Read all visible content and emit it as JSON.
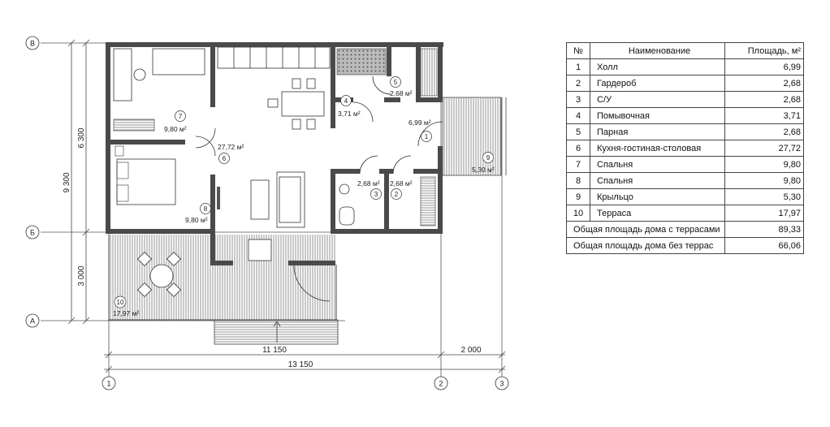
{
  "plan": {
    "axes": {
      "v": [
        "В",
        "Б",
        "А"
      ],
      "h": [
        "1",
        "2",
        "3"
      ]
    },
    "dims": {
      "left_top": "6 300",
      "left_total": "9 300",
      "left_bottom": "3 000",
      "bottom_a": "11 150",
      "bottom_b": "2 000",
      "bottom_total": "13 150"
    },
    "rooms": [
      {
        "no": "1",
        "area": "6,99 м²"
      },
      {
        "no": "2",
        "area": "2,68 м²"
      },
      {
        "no": "3",
        "area": "2,68 м²"
      },
      {
        "no": "4",
        "area": "3,71 м²"
      },
      {
        "no": "5",
        "area": "2,68 м²"
      },
      {
        "no": "6",
        "area": "27,72 м²"
      },
      {
        "no": "7",
        "area": "9,80 м²"
      },
      {
        "no": "8",
        "area": "9,80 м²"
      },
      {
        "no": "9",
        "area": "5,30 м²"
      },
      {
        "no": "10",
        "area": "17,97 м²"
      }
    ]
  },
  "table": {
    "header": {
      "no": "№",
      "name": "Наименование",
      "area": "Площадь, м²"
    },
    "rows": [
      {
        "no": "1",
        "name": "Холл",
        "area": "6,99"
      },
      {
        "no": "2",
        "name": "Гардероб",
        "area": "2,68"
      },
      {
        "no": "3",
        "name": "С/У",
        "area": "2,68"
      },
      {
        "no": "4",
        "name": "Помывочная",
        "area": "3,71"
      },
      {
        "no": "5",
        "name": "Парная",
        "area": "2,68"
      },
      {
        "no": "6",
        "name": "Кухня-гостиная-столовая",
        "area": "27,72"
      },
      {
        "no": "7",
        "name": "Спальня",
        "area": "9,80"
      },
      {
        "no": "8",
        "name": "Спальня",
        "area": "9,80"
      },
      {
        "no": "9",
        "name": "Крыльцо",
        "area": "5,30"
      },
      {
        "no": "10",
        "name": "Терраса",
        "area": "17,97"
      }
    ],
    "totals": [
      {
        "label": "Общая площадь дома с террасами",
        "value": "89,33"
      },
      {
        "label": "Общая площадь дома без террас",
        "value": "66,06"
      }
    ]
  }
}
